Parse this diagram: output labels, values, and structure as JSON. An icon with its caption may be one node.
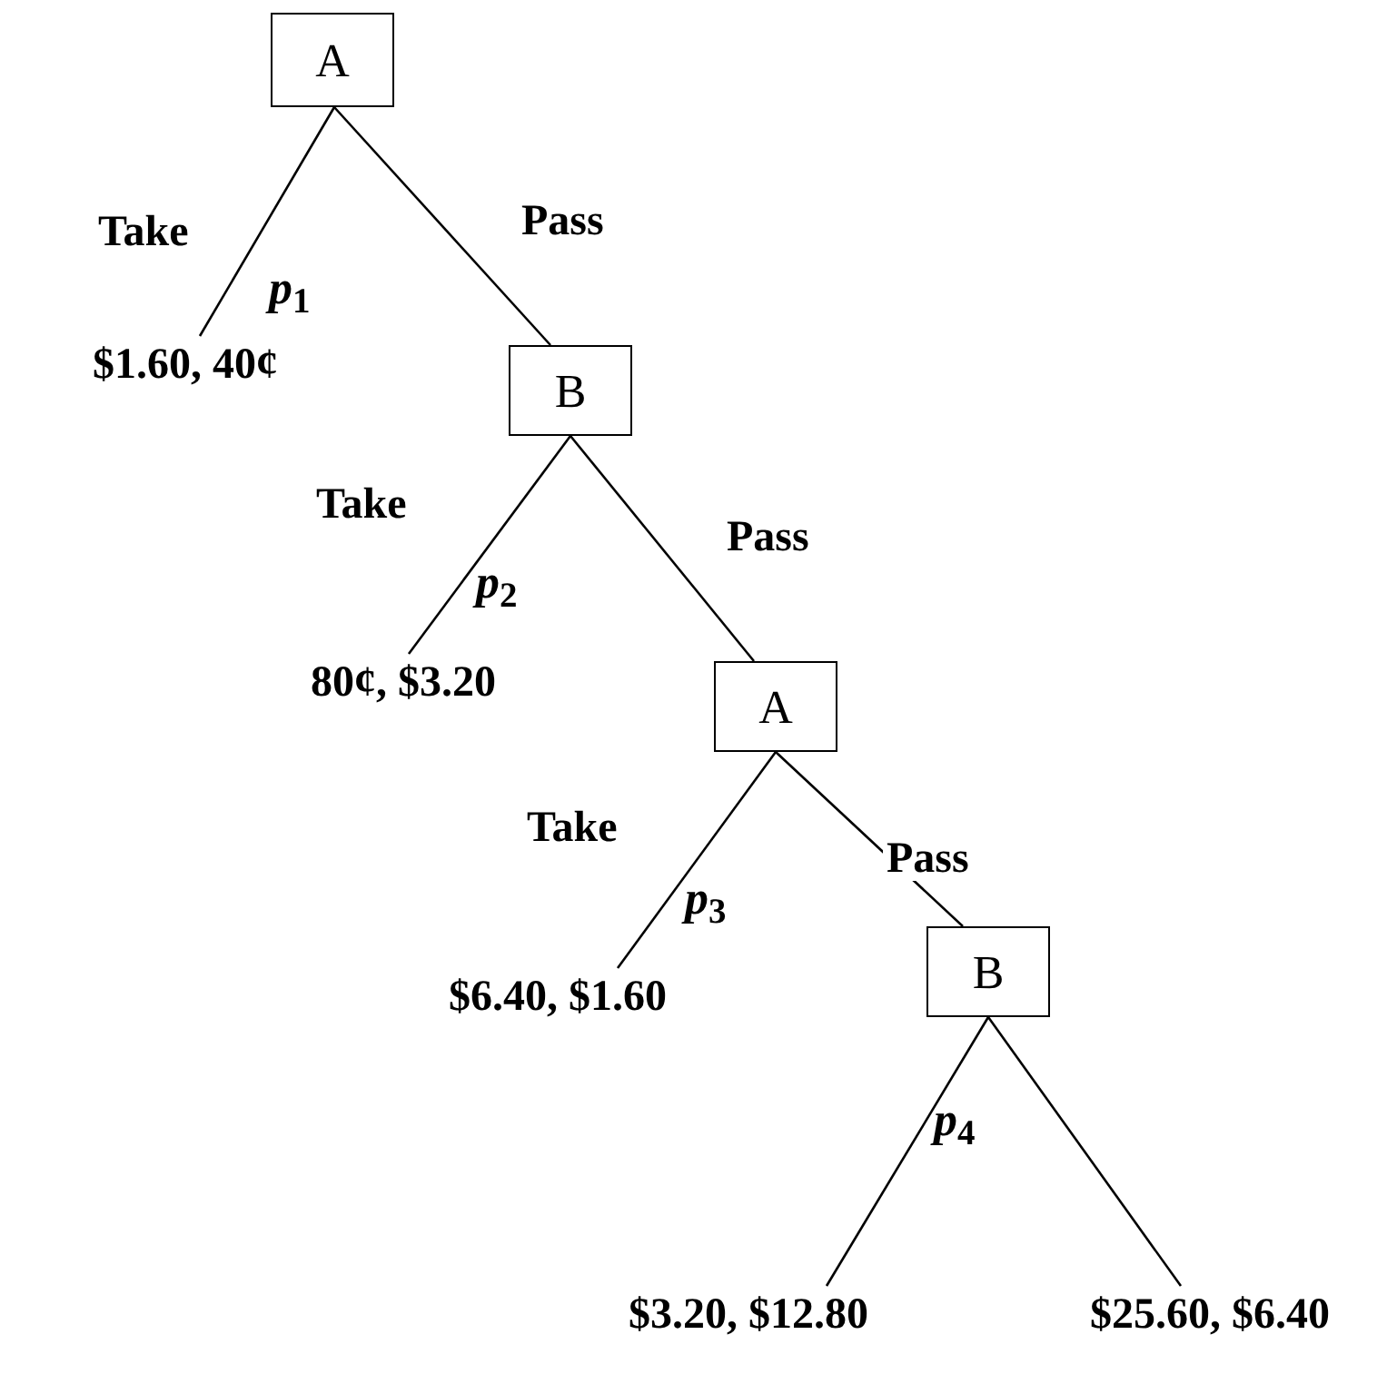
{
  "diagram": {
    "nodes": [
      {
        "text": [
          "A"
        ]
      },
      {
        "text": [
          "$1.60, 40¢"
        ]
      },
      {
        "text": [
          "B"
        ]
      },
      {
        "text": [
          "80¢, $3.20"
        ]
      },
      {
        "text": [
          "A"
        ]
      },
      {
        "text": [
          "$6.40, $1.60"
        ]
      },
      {
        "text": [
          "B"
        ]
      },
      {
        "text": [
          "$3.20, $12.80"
        ]
      },
      {
        "text": [
          "$25.60, $6.40"
        ]
      }
    ],
    "edges": [
      {
        "from": 0,
        "to": 1,
        "arrow": "none",
        "label": "Take"
      },
      {
        "from": 0,
        "to": 2,
        "arrow": "none",
        "label": "Pass"
      },
      {
        "from": 2,
        "to": 3,
        "arrow": "none",
        "label": "Take"
      },
      {
        "from": 2,
        "to": 4,
        "arrow": "none",
        "label": "Pass"
      },
      {
        "from": 4,
        "to": 5,
        "arrow": "none",
        "label": "Take"
      },
      {
        "from": 4,
        "to": 6,
        "arrow": "none",
        "label": "Pass"
      },
      {
        "from": 6,
        "to": 7,
        "arrow": "none"
      },
      {
        "from": 6,
        "to": 8,
        "arrow": "none"
      }
    ],
    "labels": [
      "*p*$_{1}$",
      "*p*$_{2}$",
      "*p*$_{3}$",
      "*p*$_{4}$"
    ]
  }
}
